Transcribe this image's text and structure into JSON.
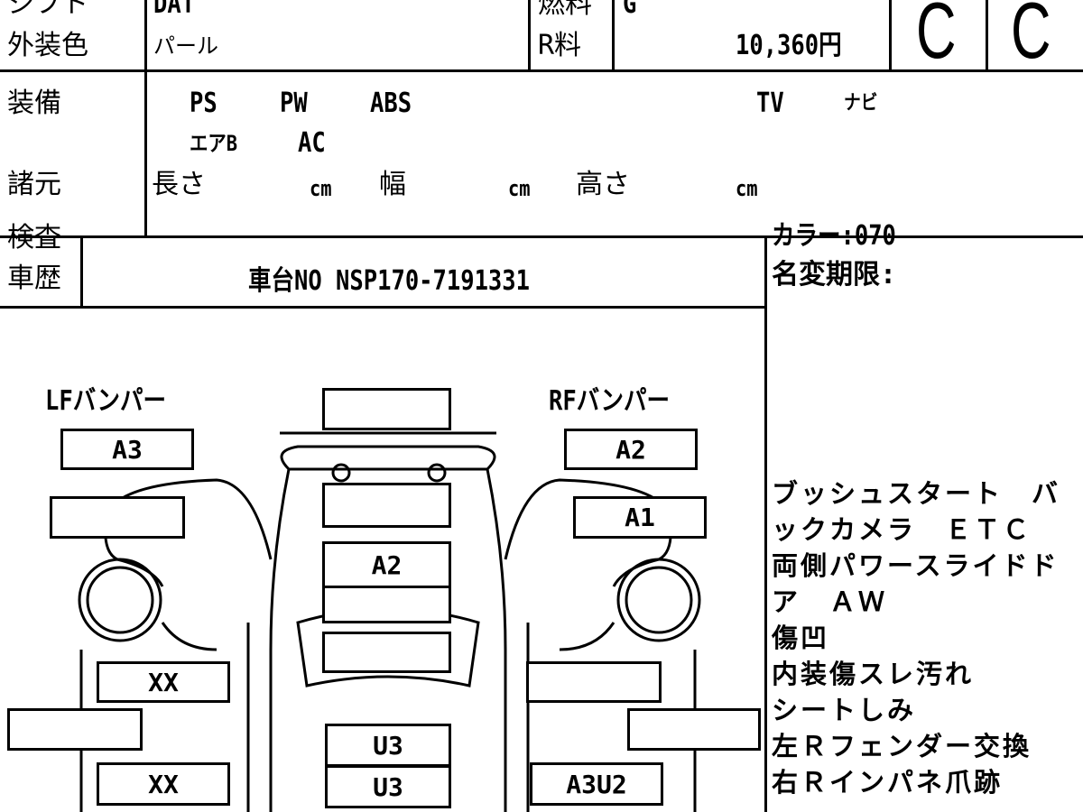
{
  "header": {
    "shift_label": "シフト",
    "shift_value": "DAT",
    "color_label": "外装色",
    "color_value": "パール",
    "fuel_label": "燃料",
    "fuel_value": "G",
    "recycle_label": "R料",
    "recycle_value": "10,360円",
    "grade_exterior": "C",
    "grade_interior": "C"
  },
  "equipment": {
    "label": "装備",
    "items_row1": [
      "PS",
      "PW",
      "ABS",
      "TV",
      "ナビ"
    ],
    "items_row2": [
      "エアB",
      "AC"
    ]
  },
  "specs": {
    "label": "諸元",
    "length_label": "長さ",
    "width_label": "幅",
    "height_label": "高さ",
    "unit": "cm"
  },
  "inspection": {
    "label1": "検査",
    "label2": "車歴",
    "chassis": "車台NO NSP170-7191331",
    "color_code": "カラー:070",
    "name_change": "名変期限:"
  },
  "diagram": {
    "lf_bumper_label": "LFバンパー",
    "lf_bumper": "A3",
    "rf_bumper_label": "RFバンパー",
    "rf_bumper": "A2",
    "rf_fender": "A1",
    "hood": "A2",
    "left_front_door": "XX",
    "left_rear_door": "XX",
    "roof_front": "U3",
    "roof_rear": "U3",
    "right_rear_door": "A3U2"
  },
  "notes": [
    "ブッシュスタート　バ",
    "ックカメラ　ＥＴＣ",
    "両側パワースライドド",
    "ア　ＡＷ",
    "傷凹",
    "内装傷スレ汚れ",
    "シートしみ",
    "左Ｒフェンダー交換",
    "右Ｒインパネ爪跡"
  ]
}
